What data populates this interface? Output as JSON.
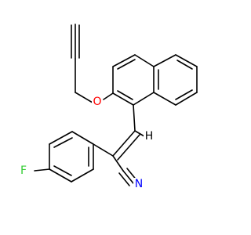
{
  "molecule": {
    "colors": {
      "bond": "#000000",
      "oxygen": "#ff0000",
      "nitrogen": "#0000ff",
      "fluorine": "#33cc33",
      "hydrogen": "#000000"
    },
    "atoms": {
      "oxygen": "O",
      "nitrogen": "N",
      "fluorine": "F",
      "hydrogen": "H"
    }
  }
}
